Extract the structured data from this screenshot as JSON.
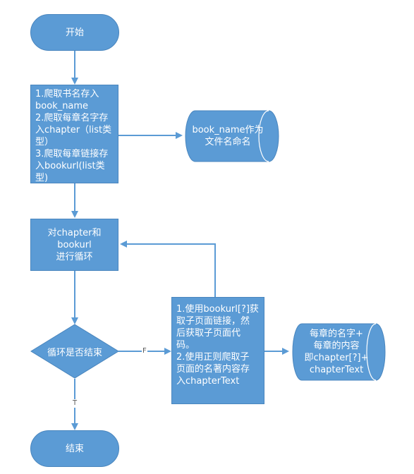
{
  "start": {
    "label": "开始"
  },
  "step1": {
    "lines": [
      "1.爬取书名存入",
      "book_name",
      "2.爬取每章名字存",
      "入chapter（list类",
      "型）",
      "3.爬取每章链接存",
      "入bookurl(list类型)"
    ]
  },
  "storage1": {
    "lines": [
      "book_name作为",
      "文件名命名"
    ]
  },
  "loop": {
    "lines": [
      "对chapter和bookurl",
      "进行循环"
    ]
  },
  "decision": {
    "label": "循环是否结束"
  },
  "step2": {
    "lines": [
      "1.使用bookurl[?]获",
      "取子页面链接，然",
      "后获取子页面代",
      "码。",
      "2.使用正则爬取子",
      "页面的名著内容存",
      "入chapterText"
    ]
  },
  "storage2": {
    "lines": [
      "每章的名字+",
      "每章的内容",
      "即chapter[?]+",
      "chapterText"
    ]
  },
  "end": {
    "label": "结束"
  },
  "edges": {
    "false_label": "F",
    "true_label": "T"
  },
  "colors": {
    "fill": "#5b9bd5",
    "stroke": "#4a86be",
    "arrow": "#5b9bd5",
    "text": "#ffffff"
  }
}
